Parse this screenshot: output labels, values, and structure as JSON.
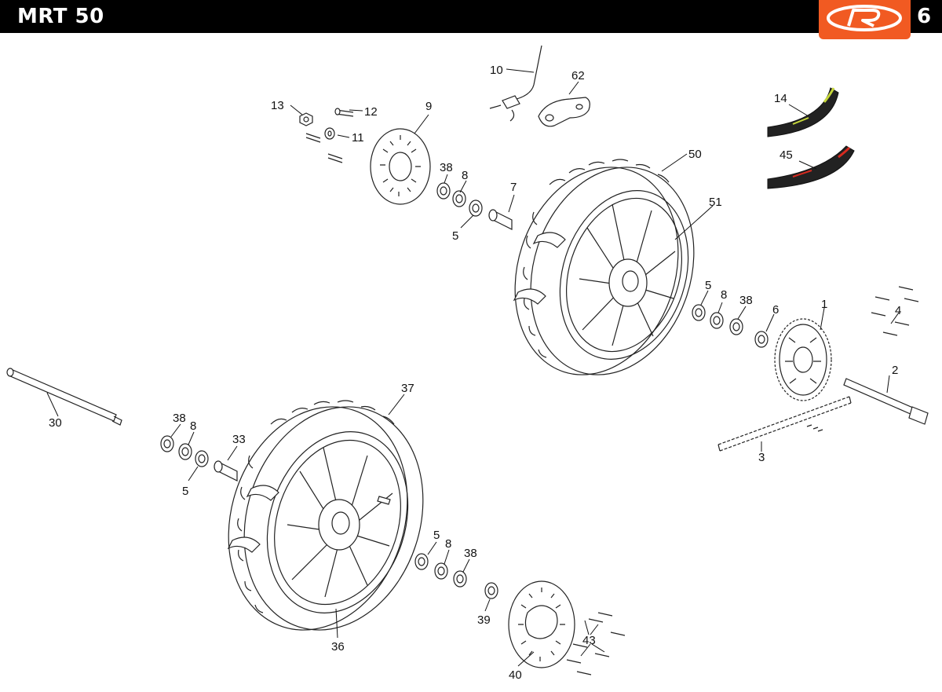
{
  "header": {
    "model": "MRT 50",
    "page_number": "6",
    "accent_color": "#f15a22",
    "bar_color": "#000000"
  },
  "logo": {
    "name": "rieju-r-logo"
  },
  "callouts": {
    "c1": "1",
    "c2": "2",
    "c3": "3",
    "c4": "4",
    "c5a": "5",
    "c5b": "5",
    "c5c": "5",
    "c5d": "5",
    "c6": "6",
    "c7": "7",
    "c8a": "8",
    "c8b": "8",
    "c8c": "8",
    "c8d": "8",
    "c9": "9",
    "c10": "10",
    "c11": "11",
    "c12": "12",
    "c13": "13",
    "c14": "14",
    "c30": "30",
    "c33": "33",
    "c36": "36",
    "c37": "37",
    "c38a": "38",
    "c38b": "38",
    "c38c": "38",
    "c38d": "38",
    "c39": "39",
    "c40": "40",
    "c43": "43",
    "c45": "45",
    "c50": "50",
    "c51": "51",
    "c62": "62"
  }
}
